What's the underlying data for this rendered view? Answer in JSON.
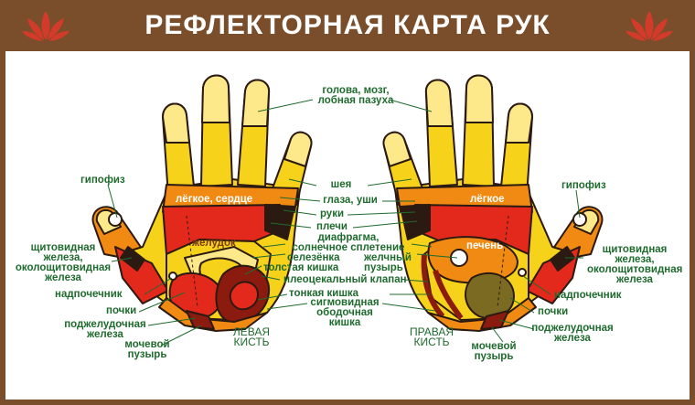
{
  "title": "РЕФЛЕКТОРНАЯ КАРТА РУК",
  "colors": {
    "frame": "#7a4e2b",
    "label": "#1f6b2e",
    "lotus": "#d23a2a",
    "yellow_light": "#fde98a",
    "yellow": "#f7d21b",
    "orange": "#f08a12",
    "red": "#e3281c",
    "dark_red": "#8b1a0f",
    "black": "#2b1a12",
    "olive": "#7a6a22"
  },
  "labels": {
    "golova": "голова, мозг,\nлобная пазуха",
    "sheya": "шея",
    "glaza": "глаза, уши",
    "ruki": "руки",
    "plechi": "плечи",
    "diafragma": "диафрагма,\nсолнечное сплетение",
    "selezenka": "селезёнка",
    "zhelchny": "желчный\nпузырь",
    "tolstaya": "толстая кишка",
    "ileo": "илеоцекальный клапан",
    "tonkaya": "тонкая кишка",
    "sigmo": "сигмовидная\nободочная\nкишка",
    "gipofiz_l": "гипофиз",
    "gipofiz_r": "гипофиз",
    "shchit_l": "щитовидная\nжелеза,\nоколощитовидная\nжелеза",
    "shchit_r": "щитовидная\nжелеза,\nоколощитовидная\nжелеза",
    "nadpoch_l": "надпочечник",
    "nadpoch_r": "надпочечник",
    "pochki_l": "почки",
    "pochki_r": "почки",
    "podzh_l": "поджелудочная\nжелеза",
    "podzh_r": "поджелудочная\nжелеза",
    "mochevoy_l": "мочевой\nпузырь",
    "mochevoy_r": "мочевой\nпузырь",
    "legkoe_serdce": "лёгкое, сердце",
    "legkoe": "лёгкое",
    "zheludok": "желудок",
    "pechen": "печень",
    "left_hand": "ЛЕВАЯ\nКИСТЬ",
    "right_hand": "ПРАВАЯ\nКИСТЬ"
  }
}
